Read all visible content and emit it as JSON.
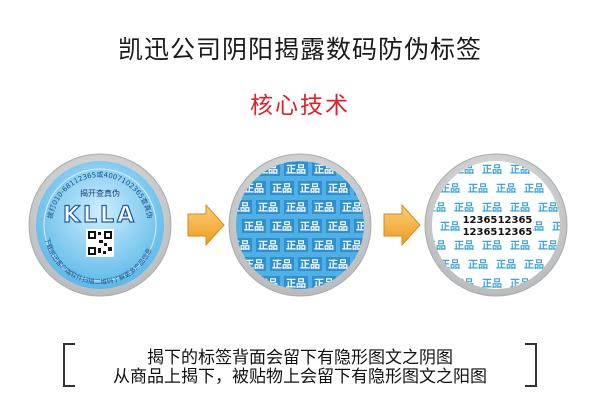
{
  "header": {
    "title": "凯迅公司阴阳揭露数码防伪标签",
    "subtitle": "核心技术"
  },
  "label_1": {
    "phone_text": "拨打010-68112365或4007102365查真伪",
    "top_text": "揭开查真伪",
    "brand": "KLLA",
    "bottom_text": "下载凯迅客户端软件扫描二维码了解更多产品信息"
  },
  "label_2": {
    "pattern_text": "正品"
  },
  "label_3": {
    "pattern_text": "正品",
    "code_text": "12365"
  },
  "footer": {
    "line1": "揭下的标签背面会留下有隐形图文之阴图",
    "line2": "从商品上揭下，被贴物上会留下有隐形图文之阳图"
  },
  "colors": {
    "accent_red": "#e0202a",
    "label_blue": "#3aa3d8",
    "arrow_orange": "#f2a431",
    "ring_gray": "#c4c6c8"
  }
}
